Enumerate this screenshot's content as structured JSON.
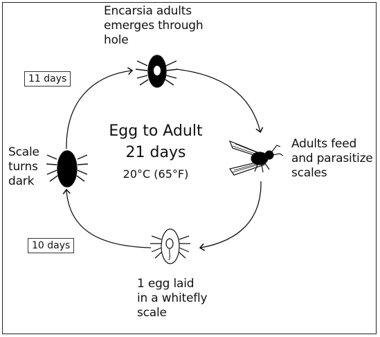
{
  "stages": {
    "adult_emerges": "Encarsia adults\nemerges through\nhole",
    "feed_parasitize": "Adults feed\nand parasitize\nscales",
    "egg_laid": "1 egg laid\nin a whitefly\nscale",
    "scale_dark": "Scale\nturns\ndark"
  },
  "durations": {
    "top_left": "11 days",
    "bottom_left": "10 days"
  },
  "center": {
    "title": "Egg to Adult",
    "days": "21 days",
    "temperature": "20°C (65°F)"
  },
  "colors": {
    "ink": "#111111",
    "background": "#ffffff",
    "egg_fill": "#ffffff",
    "dark_scale_fill": "#000000"
  },
  "icons": [
    "scale-with-hole-icon",
    "wasp-icon",
    "egg-in-scale-icon",
    "dark-scale-icon"
  ]
}
